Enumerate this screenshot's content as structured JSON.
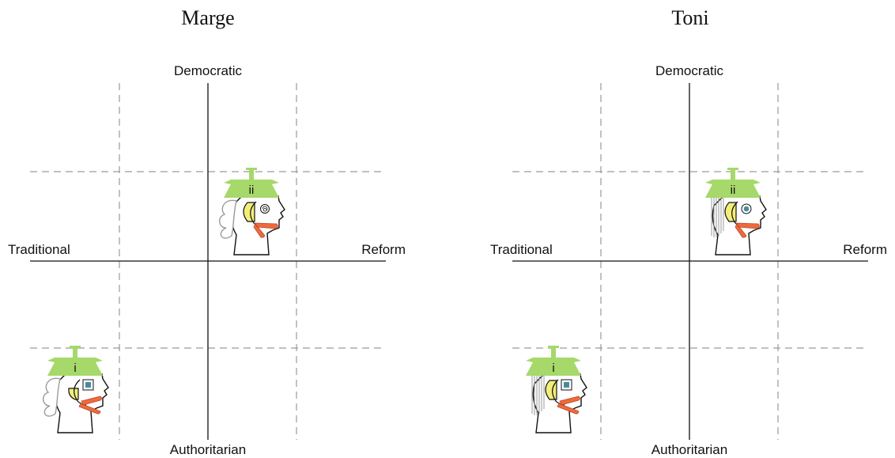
{
  "panels": [
    {
      "title": "Marge",
      "axes": {
        "top": "Democratic",
        "bottom": "Authoritarian",
        "left": "Traditional",
        "right": "Reform"
      },
      "figures": [
        {
          "label": "ii",
          "quadrant": "upper-right",
          "hair": "curly",
          "eye": "spiral"
        },
        {
          "label": "i",
          "quadrant": "lower-left",
          "hair": "curly",
          "eye": "square"
        }
      ]
    },
    {
      "title": "Toni",
      "axes": {
        "top": "Democratic",
        "bottom": "Authoritarian",
        "left": "Traditional",
        "right": "Reform"
      },
      "figures": [
        {
          "label": "ii",
          "quadrant": "upper-right",
          "hair": "straight",
          "eye": "dot"
        },
        {
          "label": "i",
          "quadrant": "lower-left",
          "hair": "straight",
          "eye": "square"
        }
      ]
    }
  ],
  "colors": {
    "helmet": "#a6d86a",
    "cheek": "#f2ee78",
    "tongue": "#ee6a3c",
    "eye": "#4a8a9e",
    "axis": "#111111",
    "grid": "#9a9a9a",
    "hair": "#9a9a9a"
  }
}
